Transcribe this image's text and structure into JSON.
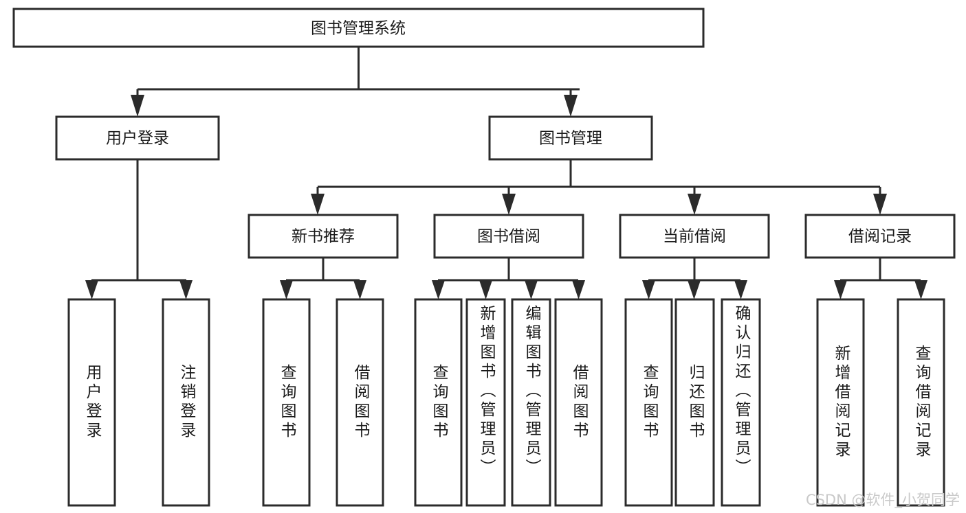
{
  "diagram": {
    "title": "图书管理系统",
    "type": "tree",
    "watermark": "CSDN @软件_小贺同学",
    "colors": {
      "stroke": "#2b2b2b",
      "fill": "#ffffff",
      "text": "#1a1a1a",
      "watermark": "#c9c9c9"
    },
    "root": {
      "id": "root",
      "label": "图书管理系统"
    },
    "level2": [
      {
        "id": "user-login",
        "label": "用户登录"
      },
      {
        "id": "book-manage",
        "label": "图书管理"
      }
    ],
    "level3": [
      {
        "id": "new-book-recommend",
        "label": "新书推荐"
      },
      {
        "id": "book-borrow",
        "label": "图书借阅"
      },
      {
        "id": "current-borrow",
        "label": "当前借阅"
      },
      {
        "id": "borrow-record",
        "label": "借阅记录"
      }
    ],
    "leaves": {
      "user_login": [
        {
          "id": "leaf-user-login",
          "label": "用户登录"
        },
        {
          "id": "leaf-logout-login",
          "label": "注销登录"
        }
      ],
      "new_book_recommend": [
        {
          "id": "leaf-query-book-1",
          "label": "查询图书"
        },
        {
          "id": "leaf-borrow-book-1",
          "label": "借阅图书"
        }
      ],
      "book_borrow": [
        {
          "id": "leaf-query-book-2",
          "label": "查询图书"
        },
        {
          "id": "leaf-add-book",
          "label": "新增图书（管理员）"
        },
        {
          "id": "leaf-edit-book",
          "label": "编辑图书（管理员）"
        },
        {
          "id": "leaf-borrow-book-2",
          "label": "借阅图书"
        }
      ],
      "current_borrow": [
        {
          "id": "leaf-query-book-3",
          "label": "查询图书"
        },
        {
          "id": "leaf-return-book",
          "label": "归还图书"
        },
        {
          "id": "leaf-confirm-return",
          "label": "确认归还（管理员）"
        }
      ],
      "borrow_record": [
        {
          "id": "leaf-add-record",
          "label": "新增借阅记录"
        },
        {
          "id": "leaf-query-record",
          "label": "查询借阅记录"
        }
      ]
    }
  }
}
